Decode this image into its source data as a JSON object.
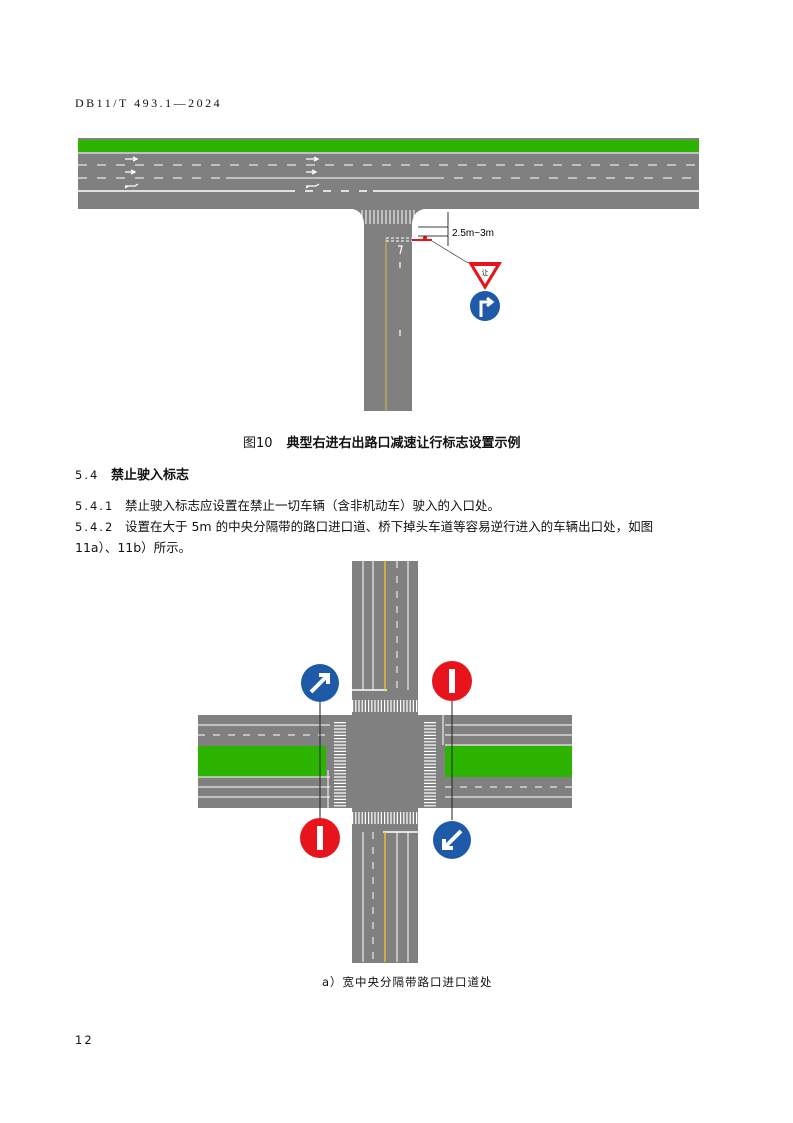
{
  "header": {
    "doc_id": "DB11/T 493.1—2024"
  },
  "figure10": {
    "dimension_label": "2.5m~3m",
    "yield_sign_char": "让",
    "caption_number": "图10",
    "caption_text": "典型右进右出路口减速让行标志设置示例"
  },
  "section": {
    "number": "5.4",
    "title": "禁止驶入标志",
    "clauses": [
      {
        "number": "5.4.1",
        "text": "禁止驶入标志应设置在禁止一切车辆（含非机动车）驶入的入口处。"
      },
      {
        "number": "5.4.2",
        "text": "设置在大于 5m 的中央分隔带的路口进口道、桥下掉头车道等容易逆行进入的车辆出口处，如图",
        "continuation": "11a）、11b）所示。"
      }
    ]
  },
  "figure11a": {
    "caption": "a）宽中央分隔带路口进口道处"
  },
  "page_number": "12",
  "colors": {
    "road": "#808080",
    "green": "#2db400",
    "sign_blue": "#1f5aa8",
    "sign_red": "#e8141c"
  }
}
